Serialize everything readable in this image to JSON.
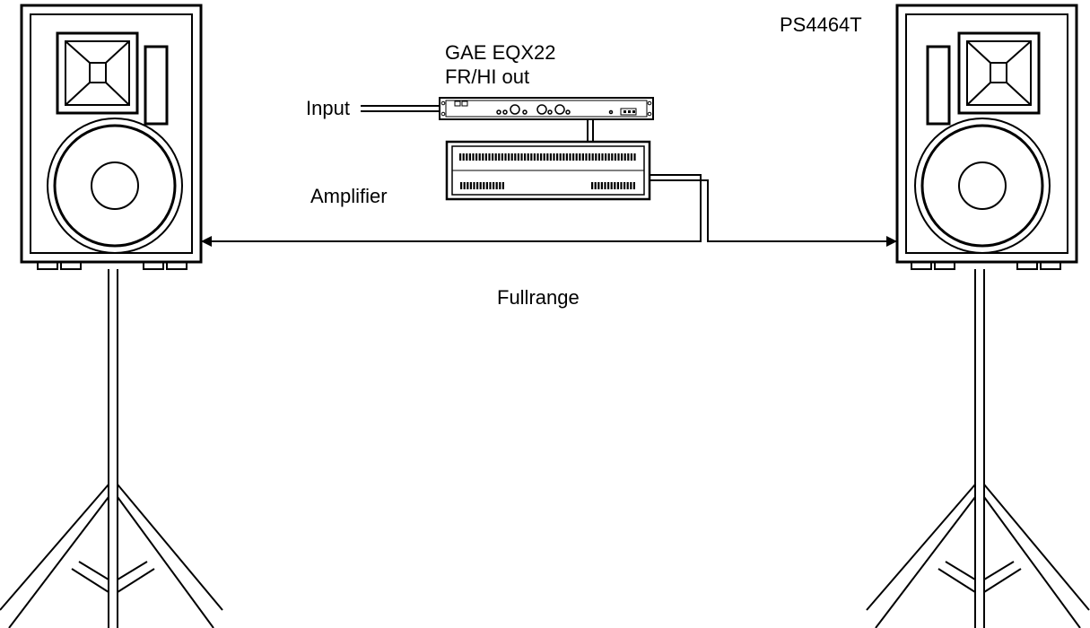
{
  "labels": {
    "processor_name": "GAE EQX22",
    "processor_output": "FR/HI out",
    "input": "Input",
    "amplifier": "Amplifier",
    "speaker_model": "PS4464T",
    "fullrange": "Fullrange"
  },
  "colors": {
    "line": "#000000",
    "background": "#ffffff"
  },
  "icons": {
    "left_speaker": "speaker-cabinet-icon",
    "right_speaker": "speaker-cabinet-icon",
    "stand": "tripod-stand-icon",
    "processor": "rack-processor-icon",
    "amplifier": "rack-amplifier-icon"
  }
}
